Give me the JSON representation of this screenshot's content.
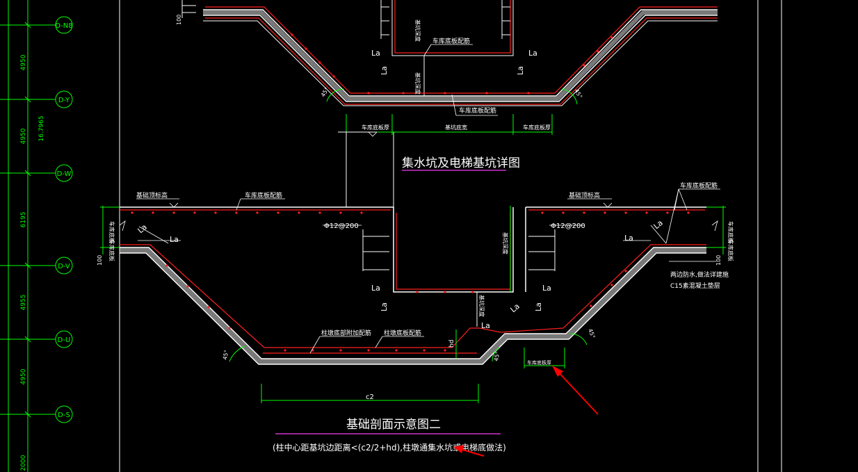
{
  "colors": {
    "background": "#000000",
    "linework": "#ffffff",
    "rebar": "#ff2020",
    "dimension": "#00ff00",
    "underline": "#cc33cc",
    "annotation_arrow": "#ff0000"
  },
  "grid_axes": {
    "labels": [
      "D-N8",
      "D-Y",
      "D-W",
      "D-V",
      "D-U",
      "D-S"
    ],
    "spacings": [
      "4950",
      "4950",
      "6195",
      "4955",
      "4950"
    ],
    "overall": "16.7965",
    "partial_bottom": "2000"
  },
  "upper_section": {
    "title": "集水坑及电梯基坑详图",
    "labels": {
      "garage_slab_rebar": "车库底板配筋",
      "garage_slab_rebar_2": "车库底板配筋",
      "la": "La",
      "angle": "45°",
      "dim_left": "车库底板厚",
      "dim_mid": "基坑底宽",
      "dim_right": "车库底板厚",
      "vertical_dim": "基坑深度",
      "side_dim": "100"
    }
  },
  "lower_section": {
    "title": "基础剖面示意图二",
    "subtitle": "(柱中心距基坑边距离<(c2/2+hd),柱墩通集水坑或电梯底做法)",
    "labels": {
      "base_elev_left": "基础顶标高",
      "garage_rebar_left": "车库底板配筋",
      "base_elev_right": "基础顶标高",
      "garage_rebar_right": "车库底板配筋",
      "rebar_left": "Φ12@200",
      "rebar_right": "Φ12@200",
      "la": "La",
      "hd": "hd",
      "c2": "c2",
      "angle": "45°",
      "pier_rebar_1": "柱墩底部附加配筋",
      "pier_rebar_2": "柱墩底板配筋",
      "pit_depth_left": "基坑深度",
      "pit_depth_right": "基坑深度",
      "slab_thick_left": "车库底板",
      "slab_thick_right": "车库底板",
      "side_dim": "100",
      "waterproof_note_1": "两边防水,做法详建施",
      "waterproof_note_2": "C15素混凝土垫层",
      "garage_slab_thickness": "车库底板厚"
    }
  }
}
